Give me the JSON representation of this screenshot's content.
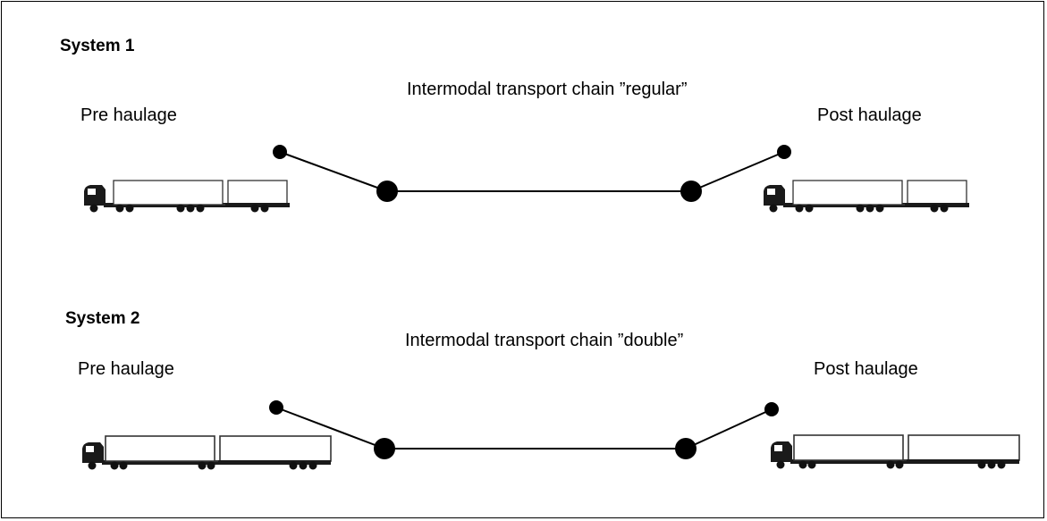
{
  "system1": {
    "title": "System 1",
    "chain_label": "Intermodal transport chain ”regular”",
    "pre_label": "Pre haulage",
    "post_label": "Post haulage"
  },
  "system2": {
    "title": "System 2",
    "chain_label": "Intermodal transport chain ”double”",
    "pre_label": "Pre haulage",
    "post_label": "Post haulage"
  },
  "colors": {
    "line": "#000000",
    "node": "#000000",
    "frame": "#000000"
  },
  "icons": [
    "truck-icon",
    "node-icon"
  ]
}
